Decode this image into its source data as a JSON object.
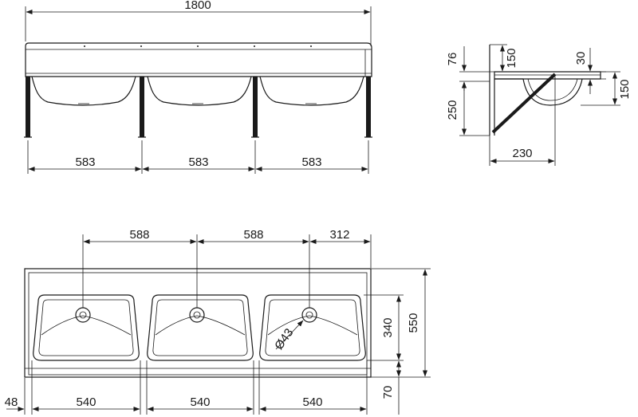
{
  "front_view": {
    "overall_width": "1800",
    "bay_widths": [
      "583",
      "583",
      "583"
    ]
  },
  "side_view": {
    "top_height": "150",
    "splash_height": "76",
    "bowl_depth_top": "30",
    "bowl_depth": "150",
    "bracket_height": "250",
    "bracket_depth": "230"
  },
  "plan_view": {
    "hole_spacing": [
      "588",
      "588",
      "312"
    ],
    "bowl_widths": [
      "540",
      "540",
      "540"
    ],
    "left_margin": "48",
    "overall_depth": "550",
    "bowl_depth": "340",
    "front_margin": "70",
    "drain_diameter": "Ø43"
  },
  "colors": {
    "line": "#1a1a1a",
    "background": "#ffffff"
  }
}
